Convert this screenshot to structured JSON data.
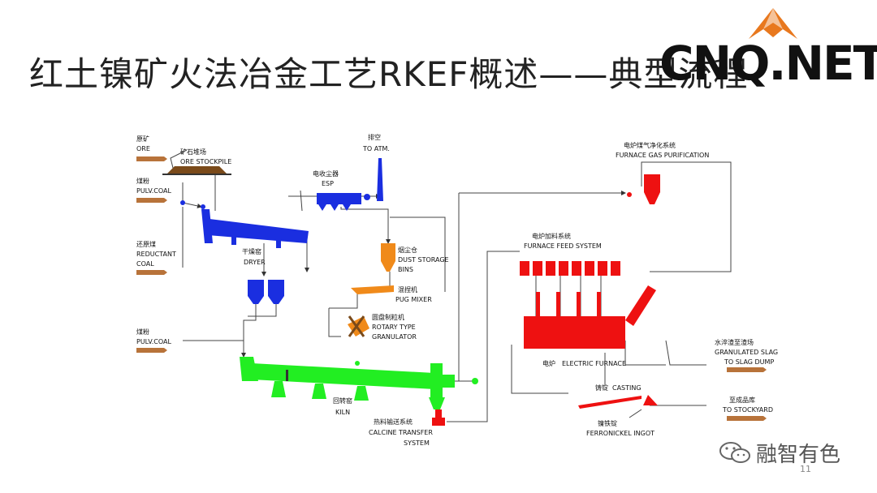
{
  "title": "红土镍矿火法冶金工艺RKEF概述——典型流程",
  "logo": {
    "text": "CNQ.NET"
  },
  "watermark": {
    "name": "融智有色",
    "icon": "wechat-icon"
  },
  "page_number": "11",
  "colors": {
    "dryer": "#1a2ee0",
    "kiln": "#22ee22",
    "dust_bin": "#f08a1a",
    "furnace": "#ee1111",
    "input_bar": "#b8733a",
    "logo_accent": "#e8781e"
  },
  "inputs": {
    "ore": {
      "zh": "原矿",
      "en": "ORE"
    },
    "pulv_coal_1": {
      "zh": "煤粉",
      "en": "PULV.COAL"
    },
    "reductant_coal": {
      "zh": "还原煤",
      "en1": "REDUCTANT",
      "en2": "COAL"
    },
    "pulv_coal_2": {
      "zh": "煤粉",
      "en": "PULV.COAL"
    }
  },
  "units": {
    "ore_stockpile": {
      "zh": "矿石堆场",
      "en": "ORE STOCKPILE"
    },
    "to_atm": {
      "zh": "排空",
      "en": "TO ATM."
    },
    "esp": {
      "zh": "电收尘器",
      "en": "ESP"
    },
    "dryer": {
      "zh": "干燥窑",
      "en": "DRYER"
    },
    "dust_storage": {
      "zh": "烟尘仓",
      "en1": "DUST STORAGE",
      "en2": "BINS"
    },
    "pug_mixer": {
      "zh": "混捏机",
      "en": "PUG MIXER"
    },
    "granulator": {
      "zh": "圆盘制粒机",
      "en1": "ROTARY TYPE",
      "en2": "GRANULATOR"
    },
    "kiln": {
      "zh": "回转窑",
      "en": "KILN"
    },
    "calcine_transfer": {
      "zh": "热料输送系统",
      "en1": "CALCINE TRANSFER",
      "en2": "SYSTEM"
    },
    "gas_purification": {
      "zh": "电炉煤气净化系统",
      "en": "FURNACE GAS PURIFICATION"
    },
    "feed_system": {
      "zh": "电炉加料系统",
      "en": "FURNACE FEED SYSTEM"
    },
    "electric_furnace": {
      "zh": "电炉",
      "en": "ELECTRIC FURNACE"
    },
    "casting": {
      "zh": "铸锭",
      "en": "CASTING"
    },
    "ingot": {
      "zh": "镍铁锭",
      "en": "FERRONICKEL INGOT"
    }
  },
  "outputs": {
    "slag": {
      "zh": "水淬渣至渣场",
      "en1": "GRANULATED SLAG",
      "en2": "TO SLAG DUMP"
    },
    "stockyard": {
      "zh": "至成品库",
      "en": "TO STOCKYARD"
    }
  }
}
